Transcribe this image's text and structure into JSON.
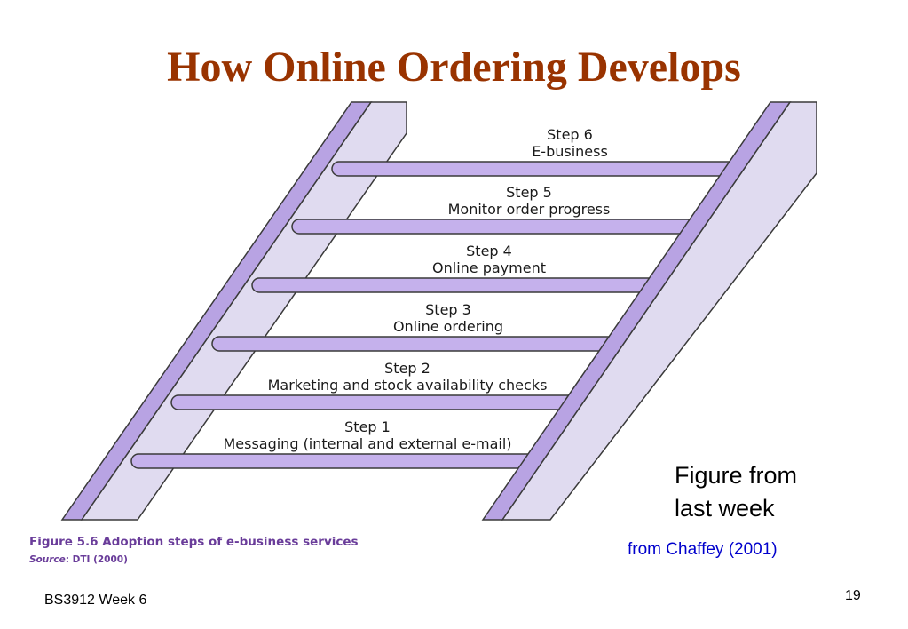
{
  "slide": {
    "title": "How Online Ordering Develops",
    "footer": "BS3912 Week 6",
    "page_number": "19"
  },
  "figure": {
    "caption": "Figure 5.6 Adoption steps of e-business services",
    "source_label": "Source",
    "source_value": ": DTI (2000)",
    "colors": {
      "rail_face": "#e0dbf0",
      "rail_edge": "#b8a3e3",
      "rung_fill": "#c5b1ec",
      "outline": "#3a3a3a",
      "caption_color": "#6a3d9a"
    },
    "steps": [
      {
        "title": "Step 6",
        "description": "E-business"
      },
      {
        "title": "Step 5",
        "description": "Monitor order progress"
      },
      {
        "title": "Step 4",
        "description": "Online payment"
      },
      {
        "title": "Step 3",
        "description": "Online ordering"
      },
      {
        "title": "Step 2",
        "description": "Marketing and stock availability checks"
      },
      {
        "title": "Step 1",
        "description": "Messaging (internal and external e-mail)"
      }
    ]
  },
  "note": {
    "line1": "Figure from",
    "line2": "last week",
    "attribution": "from Chaffey (2001)"
  }
}
